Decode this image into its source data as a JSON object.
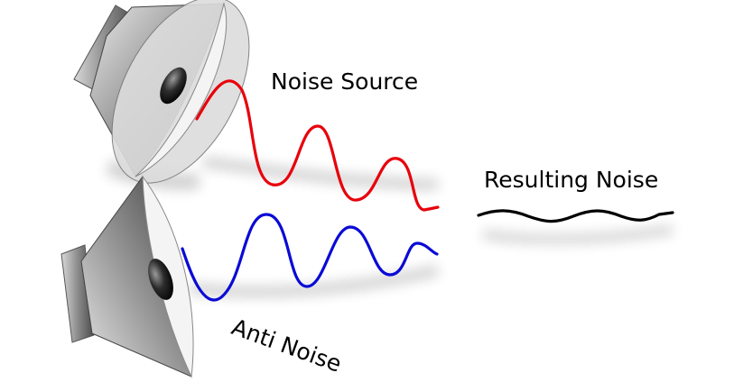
{
  "labels": {
    "noise_source": "Noise Source",
    "resulting_noise": "Resulting Noise",
    "anti_noise": "Anti Noise"
  },
  "colors": {
    "noise_wave": "#e8000b",
    "anti_wave": "#0a0ad6",
    "result_wave": "#000000",
    "speaker_body_light": "#f2f2f2",
    "speaker_body_dark": "#5a5a5a"
  },
  "icons": {
    "upper_speaker": "loudspeaker-icon",
    "lower_speaker": "loudspeaker-icon"
  }
}
